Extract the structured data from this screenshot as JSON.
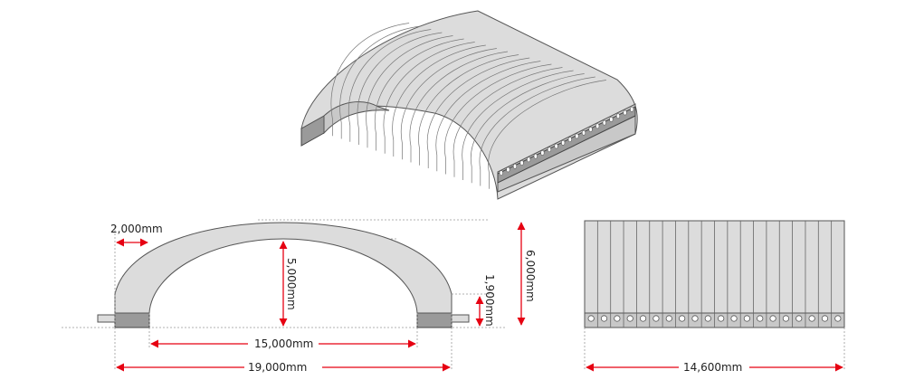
{
  "dimensions": {
    "shell_thickness": "2,000mm",
    "inner_height": "5,000mm",
    "inner_span": "15,000mm",
    "outer_span": "19,000mm",
    "base_height": "1,900mm",
    "total_height": "6,000mm",
    "length": "14,600mm"
  },
  "colors": {
    "shell": "#dcdcdc",
    "base": "#9a9a9a",
    "dimension_line": "#e60012"
  },
  "elevation_modules": 20
}
